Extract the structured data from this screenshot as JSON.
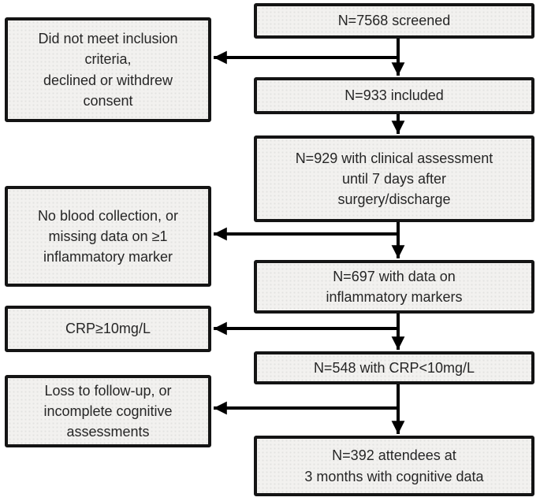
{
  "diagram": {
    "type": "flowchart",
    "description": "Participant flow diagram",
    "colors": {
      "background": "#ffffff",
      "box_fill": "#f2f1ef",
      "box_border": "#141414",
      "arrow": "#000000",
      "text": "#262626"
    },
    "main_flow": [
      {
        "id": "screened",
        "n": 7568,
        "label": "N=7568 screened"
      },
      {
        "id": "included",
        "n": 933,
        "label": "N=933 included"
      },
      {
        "id": "clinical-assessment",
        "n": 929,
        "label": "N=929 with clinical assessment\nuntil 7 days after\nsurgery/discharge"
      },
      {
        "id": "inflammatory-markers",
        "n": 697,
        "label": "N=697 with data on\ninflammatory markers"
      },
      {
        "id": "crp-below-10",
        "n": 548,
        "label": "N=548 with CRP<10mg/L"
      },
      {
        "id": "attendees-3-months",
        "n": 392,
        "label": "N=392 attendees at\n3 months with cognitive data"
      }
    ],
    "exclusions": [
      {
        "id": "not-included",
        "label": "Did not meet inclusion\ncriteria,\ndeclined or withdrew\nconsent"
      },
      {
        "id": "no-blood-collection",
        "label": "No blood collection, or\nmissing data on ≥1\ninflammatory marker"
      },
      {
        "id": "crp-10-or-more",
        "label": "CRP≥10mg/L"
      },
      {
        "id": "loss-to-follow-up",
        "label": "Loss to follow-up, or\nincomplete cognitive\nassessments"
      }
    ]
  }
}
